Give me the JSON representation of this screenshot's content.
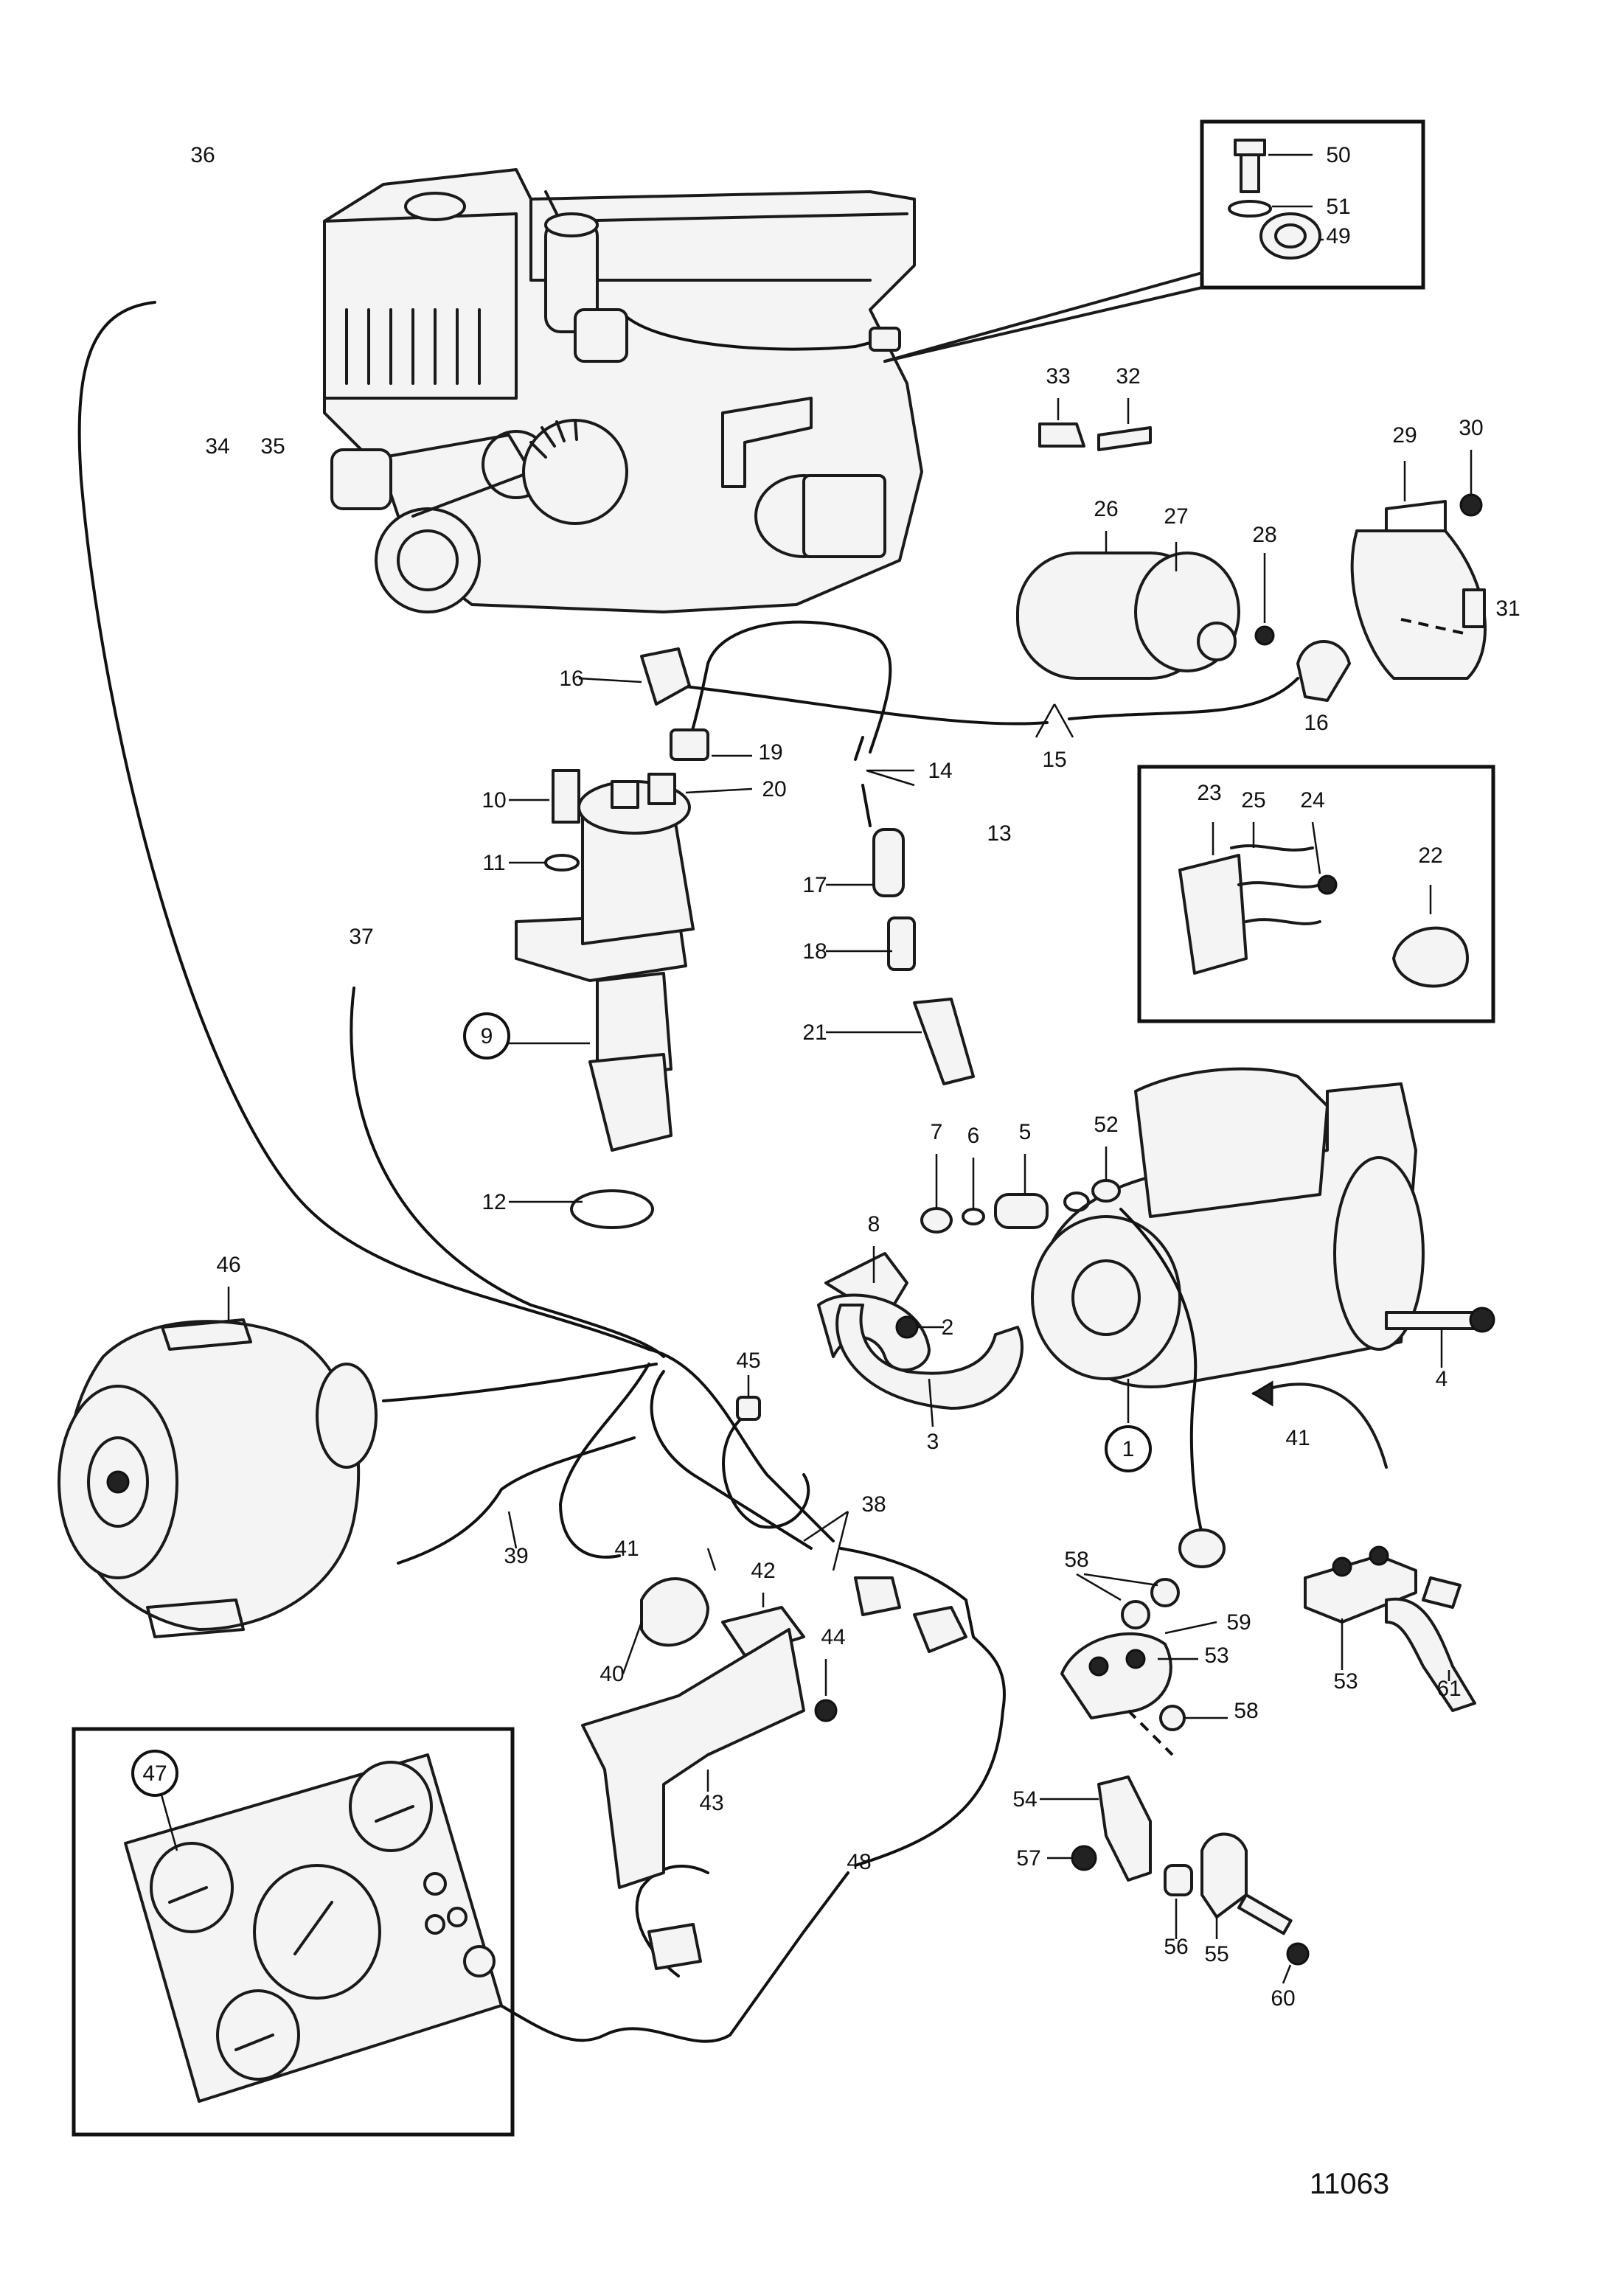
{
  "figure_number": "11063",
  "callouts": [
    {
      "id": "c1",
      "text": "1",
      "circled": true
    },
    {
      "id": "c2",
      "text": "2"
    },
    {
      "id": "c3",
      "text": "3"
    },
    {
      "id": "c4",
      "text": "4"
    },
    {
      "id": "c5",
      "text": "5"
    },
    {
      "id": "c6",
      "text": "6"
    },
    {
      "id": "c7",
      "text": "7"
    },
    {
      "id": "c8",
      "text": "8"
    },
    {
      "id": "c9",
      "text": "9",
      "circled": true
    },
    {
      "id": "c10",
      "text": "10"
    },
    {
      "id": "c11",
      "text": "11"
    },
    {
      "id": "c12",
      "text": "12"
    },
    {
      "id": "c13",
      "text": "13"
    },
    {
      "id": "c14",
      "text": "14"
    },
    {
      "id": "c15",
      "text": "15"
    },
    {
      "id": "c16a",
      "text": "16"
    },
    {
      "id": "c16b",
      "text": "16"
    },
    {
      "id": "c17",
      "text": "17"
    },
    {
      "id": "c18",
      "text": "18"
    },
    {
      "id": "c19",
      "text": "19"
    },
    {
      "id": "c20",
      "text": "20"
    },
    {
      "id": "c21",
      "text": "21"
    },
    {
      "id": "c22",
      "text": "22"
    },
    {
      "id": "c23",
      "text": "23"
    },
    {
      "id": "c24",
      "text": "24"
    },
    {
      "id": "c25",
      "text": "25"
    },
    {
      "id": "c26",
      "text": "26"
    },
    {
      "id": "c27",
      "text": "27"
    },
    {
      "id": "c28",
      "text": "28"
    },
    {
      "id": "c29",
      "text": "29"
    },
    {
      "id": "c30",
      "text": "30"
    },
    {
      "id": "c31",
      "text": "31"
    },
    {
      "id": "c32",
      "text": "32"
    },
    {
      "id": "c33",
      "text": "33"
    },
    {
      "id": "c34",
      "text": "34"
    },
    {
      "id": "c35",
      "text": "35"
    },
    {
      "id": "c36",
      "text": "36"
    },
    {
      "id": "c37",
      "text": "37"
    },
    {
      "id": "c38",
      "text": "38"
    },
    {
      "id": "c39",
      "text": "39"
    },
    {
      "id": "c40",
      "text": "40"
    },
    {
      "id": "c41a",
      "text": "41"
    },
    {
      "id": "c41b",
      "text": "41"
    },
    {
      "id": "c42",
      "text": "42"
    },
    {
      "id": "c43",
      "text": "43"
    },
    {
      "id": "c44",
      "text": "44"
    },
    {
      "id": "c45",
      "text": "45"
    },
    {
      "id": "c46",
      "text": "46"
    },
    {
      "id": "c47",
      "text": "47",
      "circled": true
    },
    {
      "id": "c48",
      "text": "48"
    },
    {
      "id": "c49",
      "text": "49"
    },
    {
      "id": "c50",
      "text": "50"
    },
    {
      "id": "c51",
      "text": "51"
    },
    {
      "id": "c52",
      "text": "52"
    },
    {
      "id": "c53a",
      "text": "53"
    },
    {
      "id": "c53b",
      "text": "53"
    },
    {
      "id": "c54",
      "text": "54"
    },
    {
      "id": "c55",
      "text": "55"
    },
    {
      "id": "c56",
      "text": "56"
    },
    {
      "id": "c57",
      "text": "57"
    },
    {
      "id": "c58a",
      "text": "58"
    },
    {
      "id": "c58b",
      "text": "58"
    },
    {
      "id": "c59",
      "text": "59"
    },
    {
      "id": "c60",
      "text": "60"
    },
    {
      "id": "c61",
      "text": "61"
    }
  ]
}
